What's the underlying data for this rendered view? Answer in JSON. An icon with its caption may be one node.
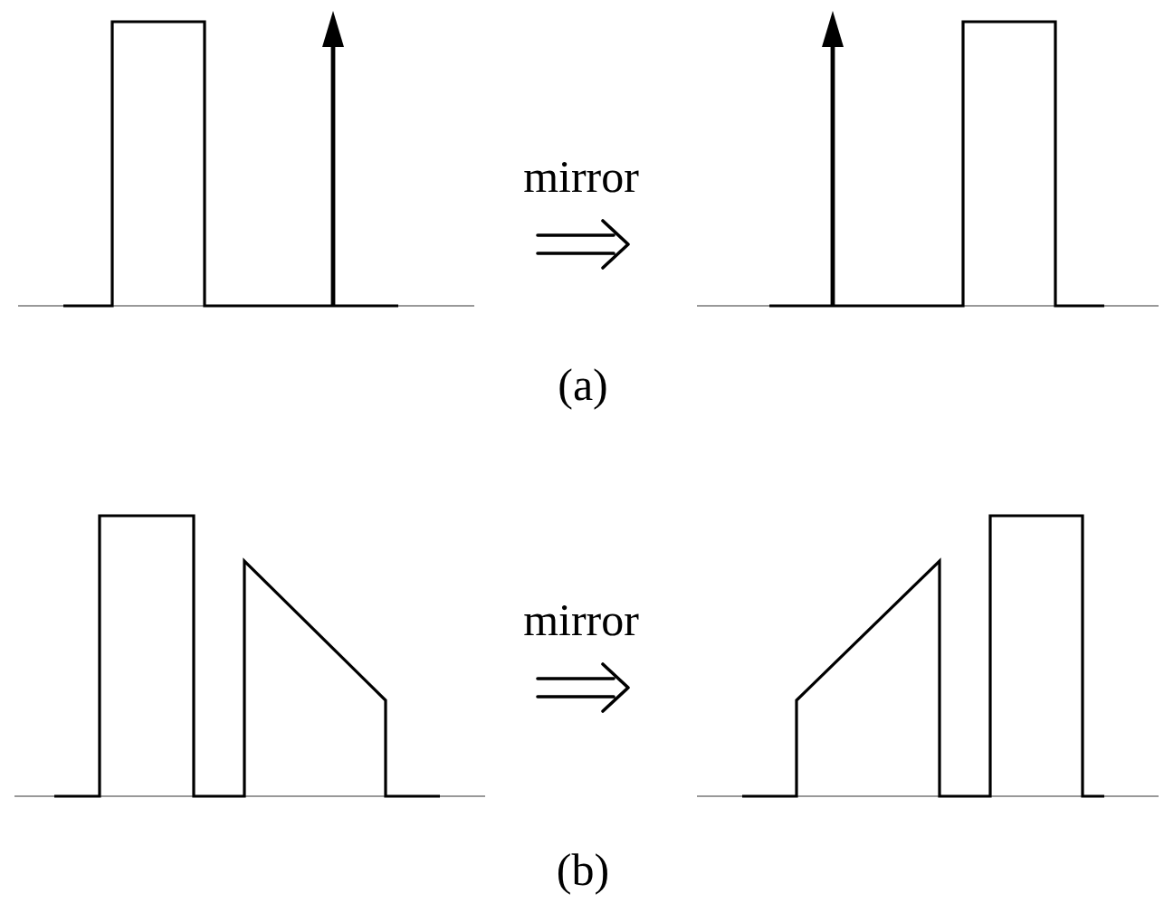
{
  "diagram": {
    "nodes": [
      {
        "text": [],
        "shape": "picture"
      },
      {
        "text": [],
        "shape": "picture"
      },
      {
        "text": [],
        "shape": "picture"
      },
      {
        "text": [],
        "shape": "picture"
      }
    ],
    "edges": [
      {
        "from": 0,
        "to": 1,
        "arrow": "to",
        "label": "mirror"
      },
      {
        "from": 2,
        "to": 3,
        "arrow": "to",
        "label": "mirror"
      }
    ],
    "labels": [
      "(a)",
      "(b)"
    ]
  }
}
